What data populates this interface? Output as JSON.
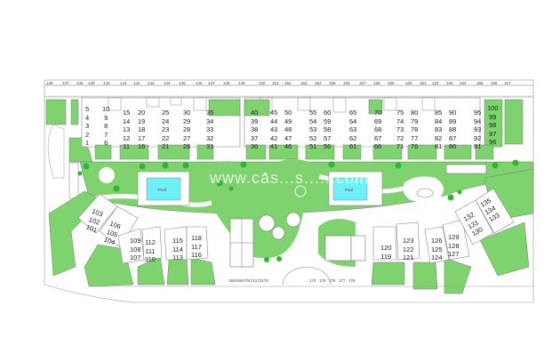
{
  "map": {
    "title": "Residential complex site plan",
    "colors": {
      "grass": "#7ED36E",
      "pool": "#6EF0F8",
      "outline": "#888888",
      "background": "#FFFFFF"
    },
    "watermark": "www.cas...s......com",
    "parking_top": [
      "136",
      "137",
      "138",
      "139",
      "140",
      "141",
      "142",
      "143",
      "144",
      "145",
      "146",
      "147",
      "148",
      "149",
      "150",
      "151",
      "152",
      "153",
      "154",
      "155",
      "156",
      "157",
      "158",
      "159",
      "160",
      "161",
      "162",
      "163",
      "164",
      "165",
      "166",
      "167"
    ],
    "parking_bottom_left": "168169170171172173",
    "parking_bottom_right": [
      "174",
      "175",
      "176",
      "177",
      "178"
    ],
    "top_row_units": [
      {
        "units": [
          "5",
          "4",
          "3",
          "2",
          "1"
        ]
      },
      {
        "units": [
          "10",
          "9",
          "8",
          "7",
          "6"
        ]
      },
      {
        "units": [
          "15",
          "14",
          "13",
          "12",
          "11"
        ]
      },
      {
        "units": [
          "20",
          "19",
          "18",
          "17",
          "16"
        ]
      },
      {
        "units": [
          "25",
          "24",
          "23",
          "22",
          "21"
        ]
      },
      {
        "units": [
          "30",
          "29",
          "28",
          "27",
          "26"
        ]
      },
      {
        "units": [
          "35",
          "34",
          "33",
          "32",
          "31"
        ]
      },
      {
        "units": [
          "40",
          "39",
          "38",
          "37",
          "36"
        ]
      },
      {
        "units": [
          "45",
          "44",
          "43",
          "42",
          "41"
        ]
      },
      {
        "units": [
          "50",
          "49",
          "48",
          "47",
          "46"
        ]
      },
      {
        "units": [
          "55",
          "54",
          "53",
          "52",
          "51"
        ]
      },
      {
        "units": [
          "60",
          "59",
          "58",
          "57",
          "56"
        ]
      },
      {
        "units": [
          "65",
          "64",
          "63",
          "62",
          "61"
        ]
      },
      {
        "units": [
          "70",
          "69",
          "68",
          "67",
          "66"
        ]
      },
      {
        "units": [
          "75",
          "74",
          "73",
          "72",
          "71"
        ]
      },
      {
        "units": [
          "80",
          "79",
          "78",
          "77",
          "76"
        ]
      },
      {
        "units": [
          "85",
          "84",
          "83",
          "82",
          "81"
        ]
      },
      {
        "units": [
          "90",
          "89",
          "88",
          "87",
          "86"
        ]
      },
      {
        "units": [
          "95",
          "94",
          "93",
          "92",
          "91"
        ]
      },
      {
        "units": [
          "100",
          "99",
          "98",
          "97",
          "96"
        ]
      }
    ],
    "bottom_row_units": [
      {
        "units": [
          "103",
          "102",
          "101"
        ]
      },
      {
        "units": [
          "106",
          "105",
          "104"
        ]
      },
      {
        "units": [
          "109",
          "108",
          "107"
        ]
      },
      {
        "units": [
          "112",
          "111",
          "110"
        ]
      },
      {
        "units": [
          "115",
          "114",
          "113"
        ]
      },
      {
        "units": [
          "118",
          "117",
          "116"
        ]
      },
      {
        "units": [
          "120",
          "119"
        ]
      },
      {
        "units": [
          "123",
          "122",
          "121"
        ]
      },
      {
        "units": [
          "126",
          "125",
          "124"
        ]
      },
      {
        "units": [
          "129",
          "128",
          "127"
        ]
      },
      {
        "units": [
          "132",
          "131",
          "130"
        ]
      },
      {
        "units": [
          "135",
          "134",
          "133"
        ]
      }
    ],
    "pools": [
      {
        "label": "Pool"
      },
      {
        "label": "Pool"
      }
    ]
  }
}
